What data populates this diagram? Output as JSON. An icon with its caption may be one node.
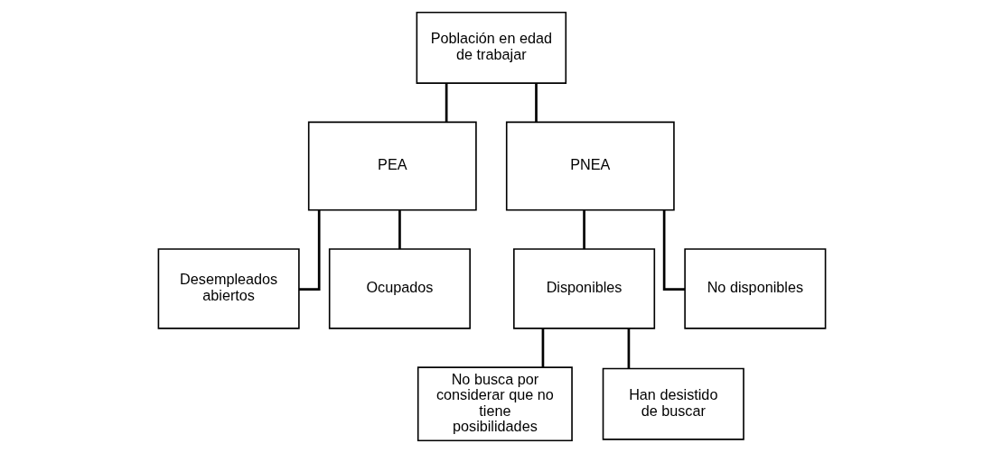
{
  "diagram": {
    "nodes": [
      {
        "text": [
          "Población en edad de trabajar"
        ]
      },
      {
        "text": [
          "PEA"
        ]
      },
      {
        "text": [
          "PNEA"
        ]
      },
      {
        "text": [
          "Desempleados abiertos"
        ]
      },
      {
        "text": [
          "Ocupados"
        ]
      },
      {
        "text": [
          "Disponibles"
        ]
      },
      {
        "text": [
          "No disponibles"
        ]
      },
      {
        "text": [
          "No busca por considerar que no tiene posibilidades"
        ]
      },
      {
        "text": [
          "Han desistido de buscar"
        ]
      }
    ],
    "edges": [
      {
        "from": 0,
        "to": 1,
        "arrow": "none"
      },
      {
        "from": 0,
        "to": 2,
        "arrow": "none"
      },
      {
        "from": 1,
        "to": 3,
        "arrow": "none"
      },
      {
        "from": 1,
        "to": 4,
        "arrow": "none"
      },
      {
        "from": 2,
        "to": 5,
        "arrow": "none"
      },
      {
        "from": 2,
        "to": 6,
        "arrow": "none"
      },
      {
        "from": 5,
        "to": 7,
        "arrow": "none"
      },
      {
        "from": 5,
        "to": 8,
        "arrow": "none"
      }
    ]
  }
}
